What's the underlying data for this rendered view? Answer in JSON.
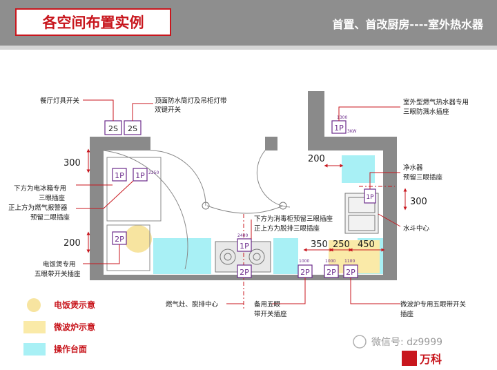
{
  "header": {
    "title": "各空间布置实例",
    "subtitle": "首置、首改厨房----室外热水器"
  },
  "labels": {
    "dining_light_switch": "餐厅灯具开关",
    "ceiling_light_switch_l1": "顶面防水筒灯及吊柜灯带",
    "ceiling_light_switch_l2": "双键开关",
    "water_heater_socket_l1": "室外型燃气热水器专用",
    "water_heater_socket_l2": "三眼防溅水插座",
    "fridge_socket_l1": "下方为电冰箱专用",
    "fridge_socket_l2": "三眼插座",
    "gas_alarm_l1": "正上方为燃气报警器",
    "gas_alarm_l2": "预留二眼插座",
    "purifier_l1": "净水器",
    "purifier_l2": "预留三眼插座",
    "sink_center": "水斗中心",
    "disinfect_l1": "下方为消毒柜预留三眼插座",
    "disinfect_l2": "正上方为脱排三眼插座",
    "rice_cooker_l1": "电饭煲专用",
    "rice_cooker_l2": "五眼带开关插座",
    "stove_center": "燃气灶、脱排中心",
    "spare_socket_l1": "备用五眼",
    "spare_socket_l2": "带开关插座",
    "microwave_socket_l1": "微波炉专用五眼带开关",
    "microwave_socket_l2": "插座"
  },
  "dimensions": {
    "d300_left": "300",
    "d200_left": "200",
    "d200_top": "200",
    "d300_right": "300",
    "d350": "350",
    "d250": "250",
    "d450": "450"
  },
  "symbols": {
    "switch_2s": "2S",
    "socket_1p": "1P",
    "socket_2p": "2P",
    "socket_1p_small": "1P",
    "height_1300": "1300",
    "height_2250": "2250",
    "height_1000": "1000",
    "height_1100": "1100",
    "height_2400": "2400",
    "power_3kw": "3KW"
  },
  "legend": {
    "rice_cooker": "电饭煲示意",
    "microwave": "微波炉示意",
    "counter": "操作台面"
  },
  "watermark": {
    "wechat": "微信号: dz9999",
    "brand": "万科"
  },
  "colors": {
    "accent_red": "#c8161d",
    "counter_cyan": "#a8f0f5",
    "rice_cooker_yellow": "#f7e4a0",
    "microwave_yellow": "#faeaa8",
    "wall_gray": "#8a8a8a",
    "symbol_purple": "#6a2a8a"
  }
}
